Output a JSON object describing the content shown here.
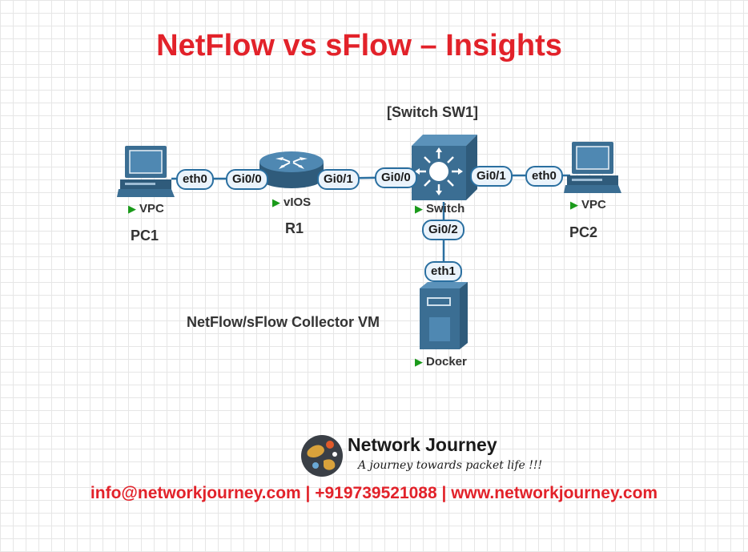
{
  "title": "NetFlow vs sFlow – Insights",
  "switch_heading": "[Switch SW1]",
  "nodes": {
    "pc1": {
      "type": "VPC",
      "name": "PC1",
      "port": "eth0"
    },
    "r1": {
      "type": "vIOS",
      "name": "R1",
      "ports": [
        "Gi0/0",
        "Gi0/1"
      ]
    },
    "sw1": {
      "type": "Switch",
      "ports": [
        "Gi0/0",
        "Gi0/1",
        "Gi0/2"
      ]
    },
    "pc2": {
      "type": "VPC",
      "name": "PC2",
      "port": "eth0"
    },
    "collector": {
      "type": "Docker",
      "name": "NetFlow/sFlow Collector VM",
      "port": "eth1"
    }
  },
  "brand": {
    "name": "Network Journey",
    "tagline": "A journey towards packet life !!!"
  },
  "footer": "info@networkjourney.com | +919739521088 | www.networkjourney.com",
  "colors": {
    "title": "#e2222a",
    "device": "#3b6e93",
    "link": "#2a6fa0",
    "running": "#1a9a1a"
  }
}
